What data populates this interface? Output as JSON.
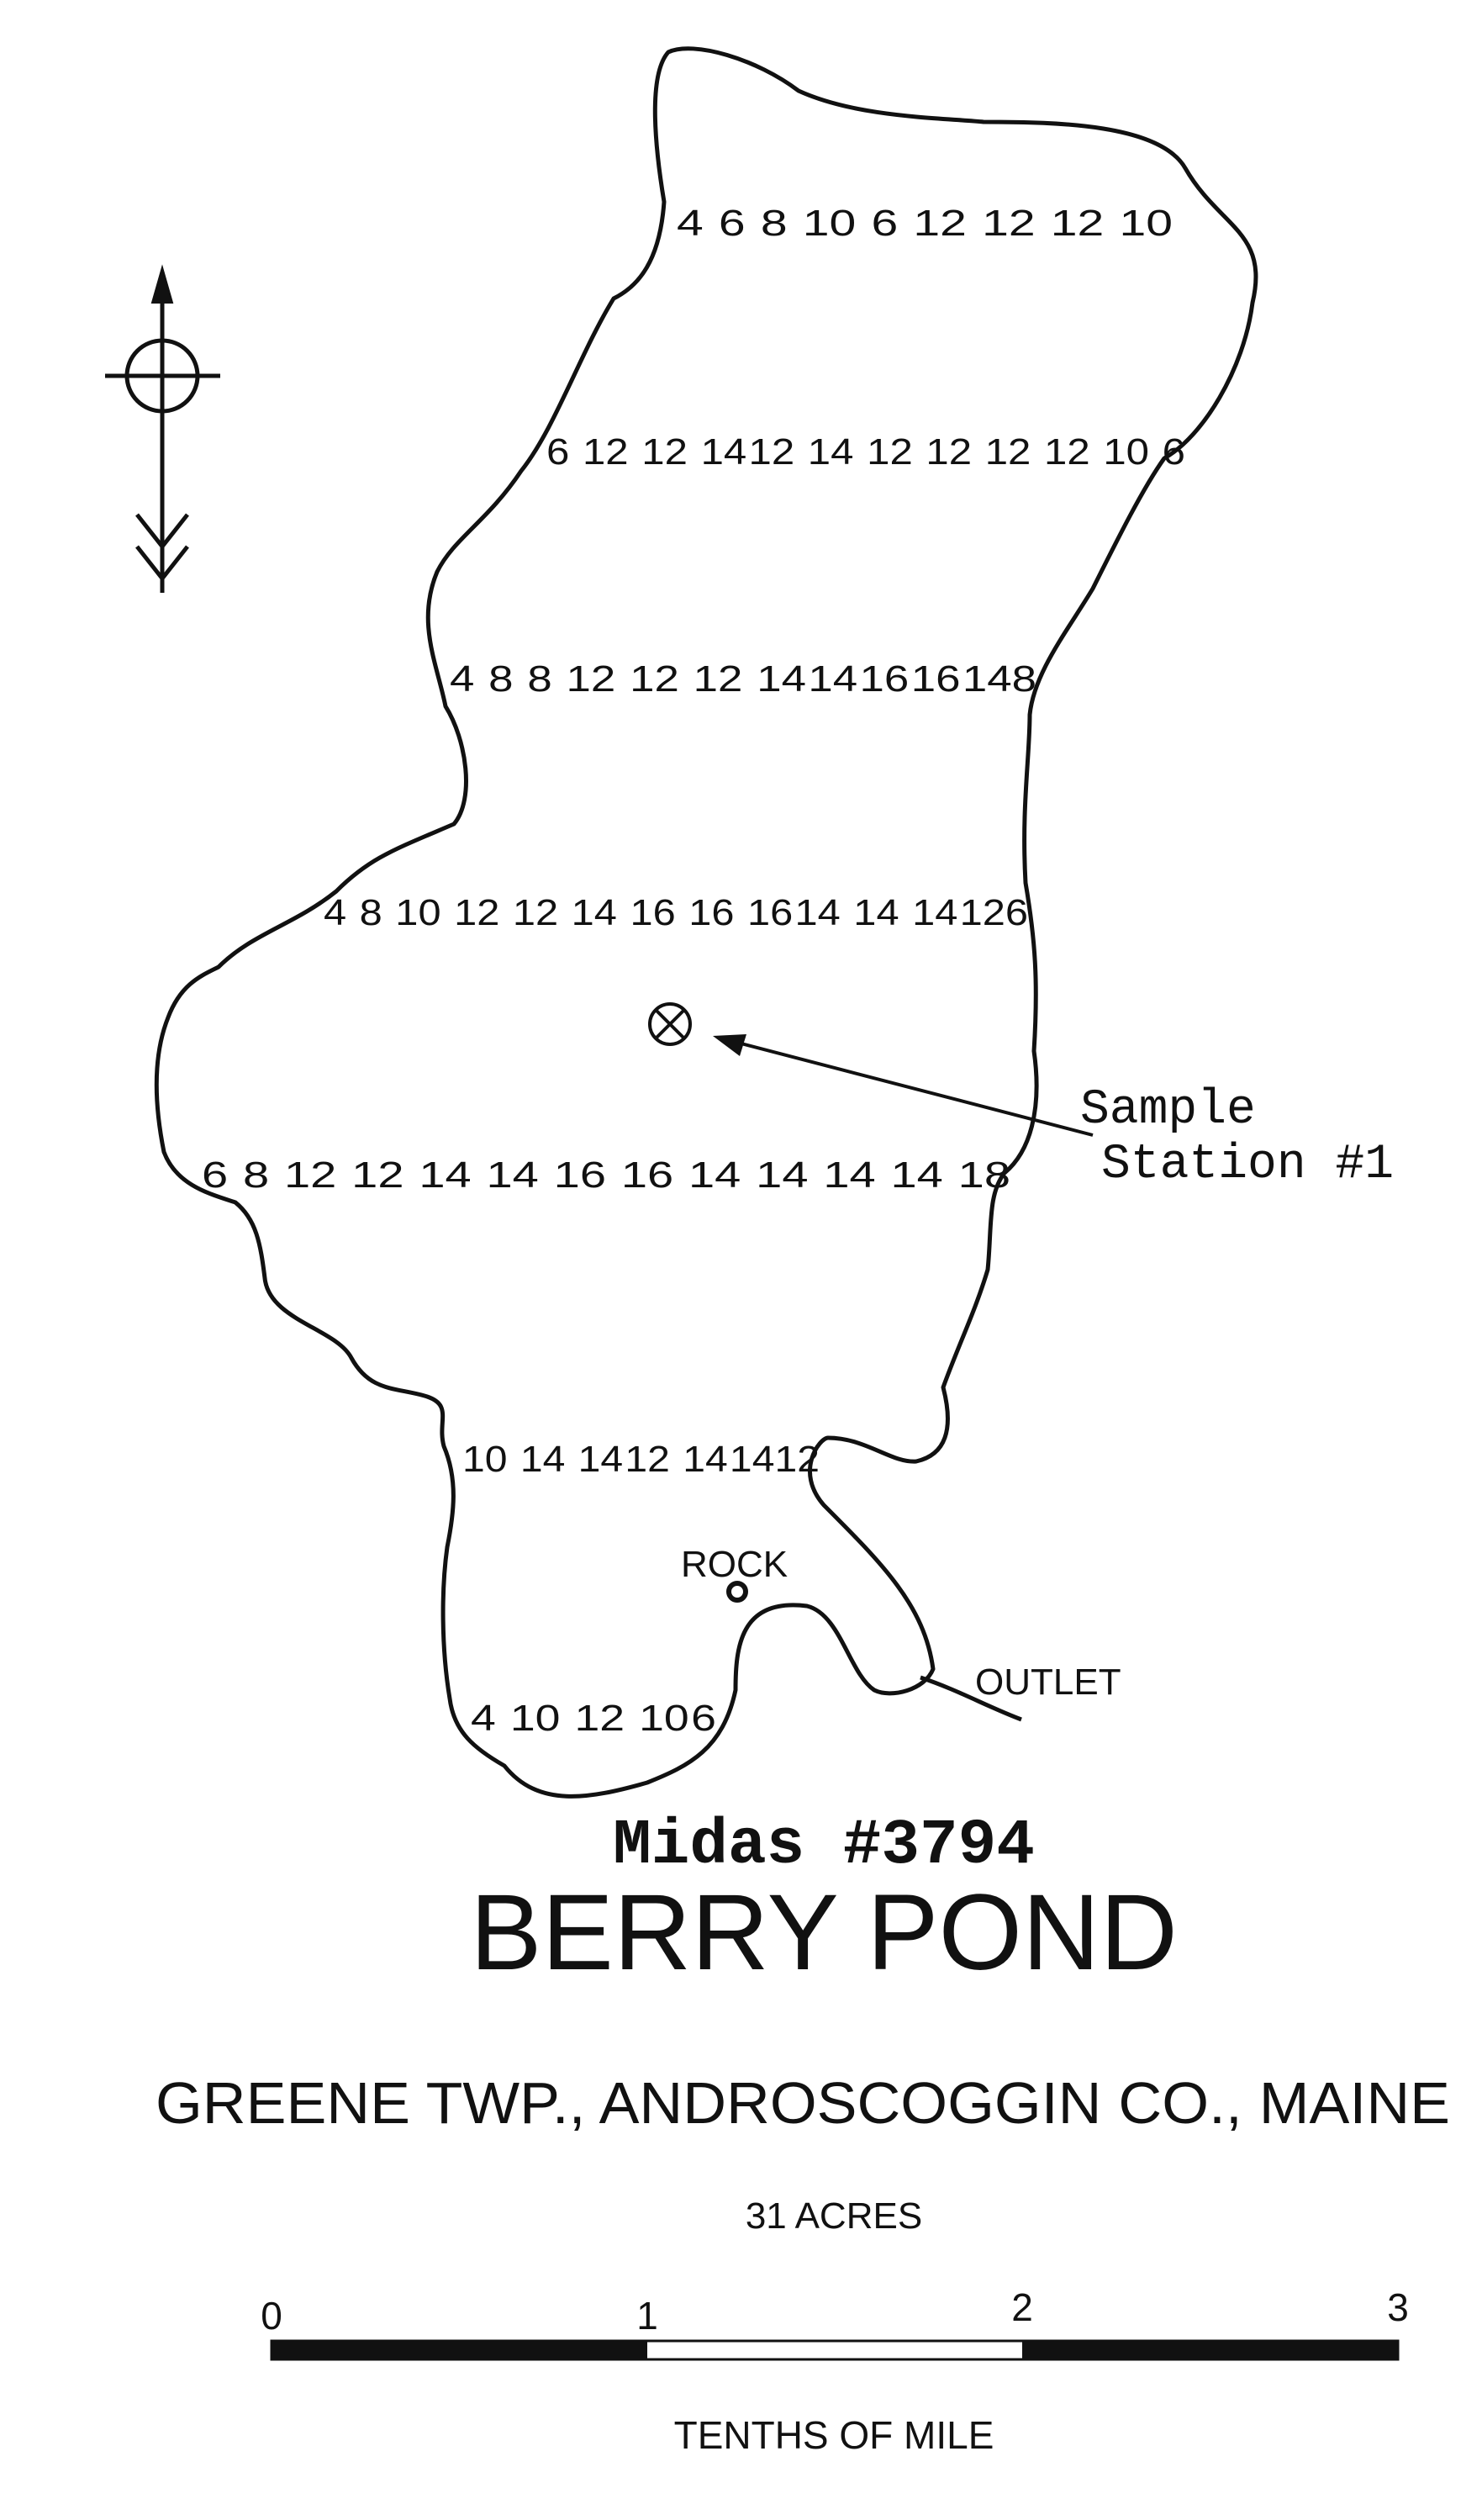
{
  "map": {
    "title_code": "Midas #3794",
    "title_name": "BERRY POND",
    "location": "GREENE TWP., ANDROSCOGGIN CO., MAINE",
    "area": "31 ACRES",
    "scale": {
      "ticks": [
        "0",
        "1",
        "2",
        "3"
      ],
      "unit_label": "TENTHS OF MILE"
    },
    "labels": {
      "sample_line1": "Sample",
      "sample_line2": "Station #1",
      "rock": "ROCK",
      "outlet": "OUTLET"
    },
    "depth_rows": [
      [
        "4",
        "6",
        "8",
        "10",
        "6",
        "12",
        "12",
        "12",
        "10"
      ],
      [
        "6",
        "12",
        "12",
        "14",
        "12",
        "14",
        "12",
        "12",
        "12",
        "12",
        "10",
        "6"
      ],
      [
        "4",
        "8",
        "8",
        "12",
        "12",
        "12",
        "14",
        "14",
        "16",
        "16",
        "14",
        "8"
      ],
      [
        "4",
        "8",
        "10",
        "12",
        "12",
        "14",
        "16",
        "16",
        "16",
        "14",
        "14",
        "14",
        "12",
        "6"
      ],
      [
        "6",
        "8",
        "12",
        "12",
        "14",
        "14",
        "16",
        "16",
        "14",
        "14",
        "14",
        "14",
        "18"
      ],
      [
        "10",
        "14",
        "14",
        "12",
        "14",
        "14",
        "12"
      ],
      [
        "4",
        "10",
        "12",
        "10",
        "6"
      ]
    ],
    "colors": {
      "ink": "#111111",
      "paper": "#ffffff"
    },
    "icons": {
      "north_arrow": "north-arrow-icon",
      "station_marker": "station-marker-icon"
    }
  }
}
